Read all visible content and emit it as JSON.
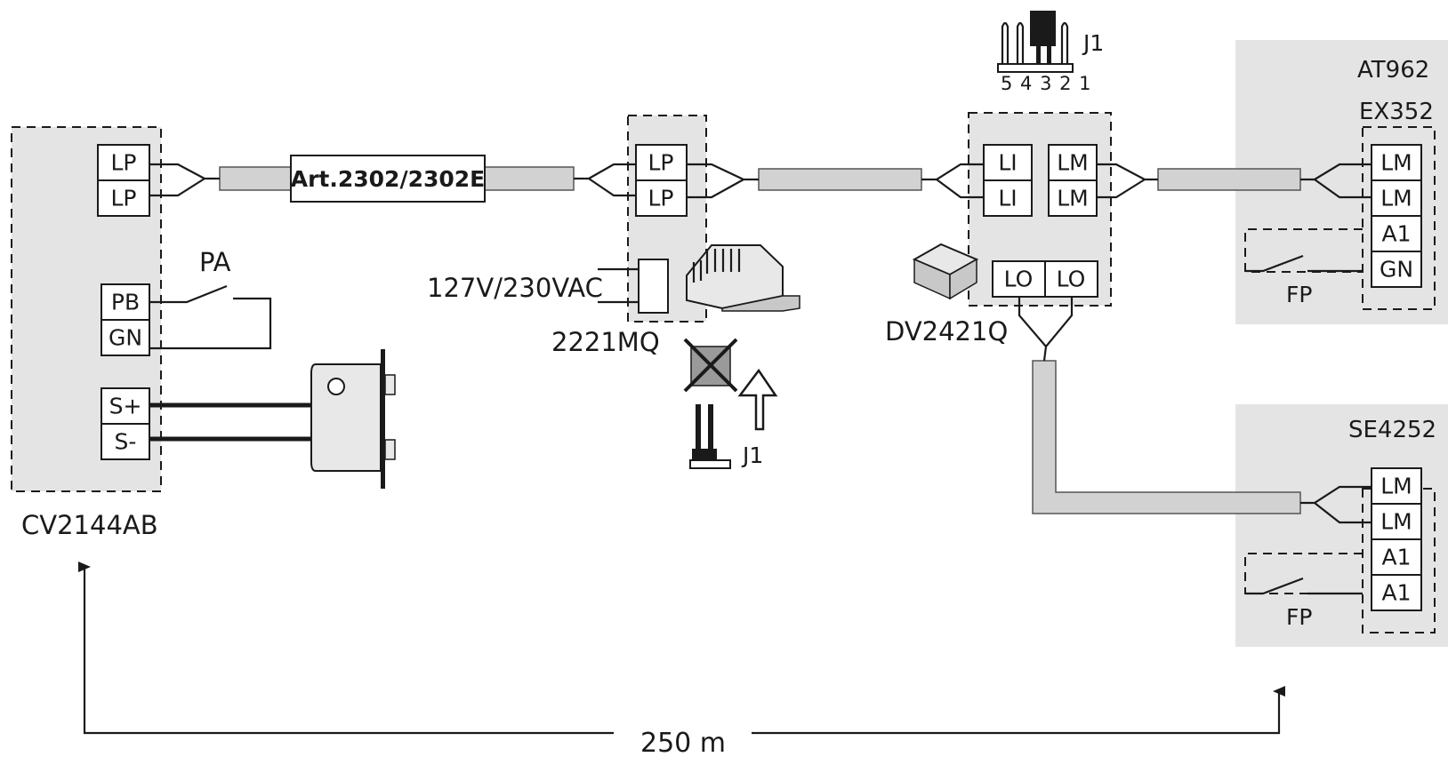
{
  "devices": {
    "monitor": "CV2144AB",
    "divider": "DV2421Q",
    "power_supply": "2221MQ",
    "door_station_1": "AT962",
    "door_station_1_module": "EX352",
    "door_station_2": "SE4252"
  },
  "cable_label": "Art.2302/2302E",
  "supply_label": "127V/230VAC",
  "pushbutton_label": "PA",
  "floor_button_label": "FP",
  "jumper_label": "J1",
  "jumper_pins": "5 4 3 2 1",
  "distance_label": "250 m",
  "terminals": {
    "monitor": [
      "LP",
      "LP",
      "PB",
      "GN",
      "S+",
      "S-"
    ],
    "psu": [
      "LP",
      "LP"
    ],
    "divider_in": [
      "LI",
      "LI"
    ],
    "divider_main": [
      "LM",
      "LM"
    ],
    "divider_out": [
      "LO",
      "LO"
    ],
    "ds1": [
      "LM",
      "LM",
      "A1",
      "GN"
    ],
    "ds2": [
      "LM",
      "LM",
      "A1",
      "A1"
    ]
  },
  "icons": [
    "speaker-icon",
    "psu-module-icon",
    "jumper-icon",
    "divider-module-icon",
    "crossed-out-icon",
    "up-arrow-icon"
  ]
}
